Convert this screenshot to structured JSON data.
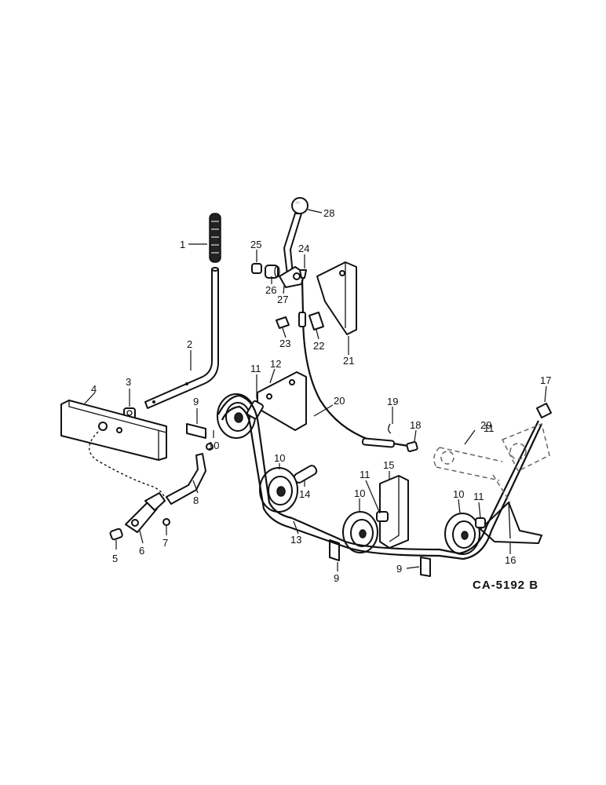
{
  "drawing_code": "CA-5192 B",
  "callouts": [
    "1",
    "2",
    "3",
    "4",
    "5",
    "6",
    "7",
    "8",
    "9",
    "9",
    "9",
    "10",
    "10",
    "10",
    "10",
    "11",
    "11",
    "11",
    "11",
    "12",
    "13",
    "14",
    "15",
    "16",
    "17",
    "18",
    "19",
    "20",
    "21",
    "22",
    "23",
    "24",
    "25",
    "26",
    "27",
    "28",
    "29"
  ]
}
